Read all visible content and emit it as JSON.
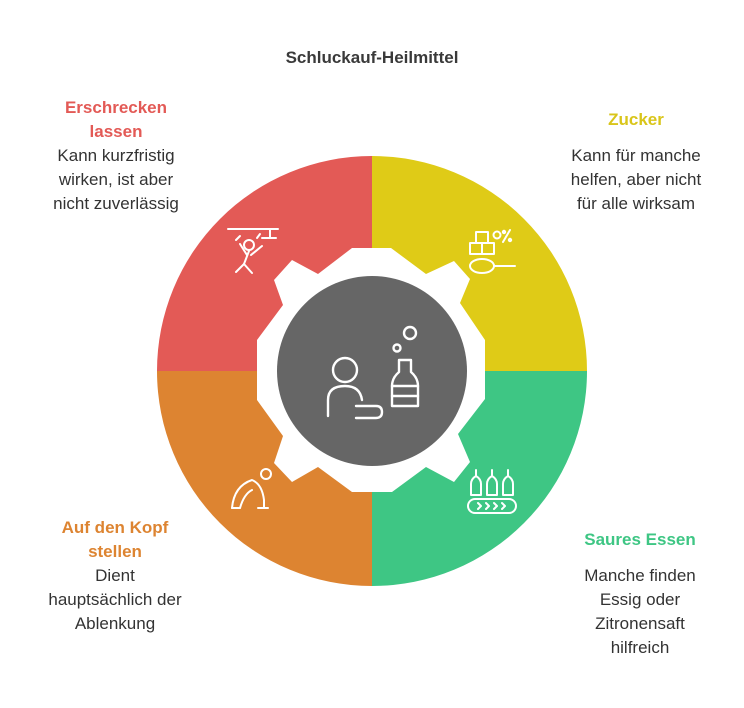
{
  "title": "Schluckauf-Heilmittel",
  "colors": {
    "red": "#E35A56",
    "yellow": "#DFCB17",
    "green": "#3EC684",
    "orange": "#DD8431",
    "center": "#666666"
  },
  "segments": [
    {
      "id": "scare",
      "heading_lines": [
        "Erschrecken",
        "lassen"
      ],
      "desc_lines": [
        "Kann kurzfristig",
        "wirken, ist aber",
        "nicht zuverlässig"
      ],
      "icon": "scared-person-icon"
    },
    {
      "id": "sugar",
      "heading_lines": [
        "Zucker"
      ],
      "desc_lines": [
        "Kann für manche",
        "helfen, aber nicht",
        "für alle wirksam"
      ],
      "icon": "sugar-spoon-icon"
    },
    {
      "id": "sour",
      "heading_lines": [
        "Saures Essen"
      ],
      "desc_lines": [
        "Manche finden",
        "Essig oder",
        "Zitronensaft",
        "hilfreich"
      ],
      "icon": "bottles-conveyor-icon"
    },
    {
      "id": "headstand",
      "heading_lines": [
        "Auf den Kopf",
        "stellen"
      ],
      "desc_lines": [
        "Dient",
        "hauptsächlich der",
        "Ablenkung"
      ],
      "icon": "headstand-person-icon"
    }
  ],
  "center_icon": "hiccup-person-bottle-icon"
}
